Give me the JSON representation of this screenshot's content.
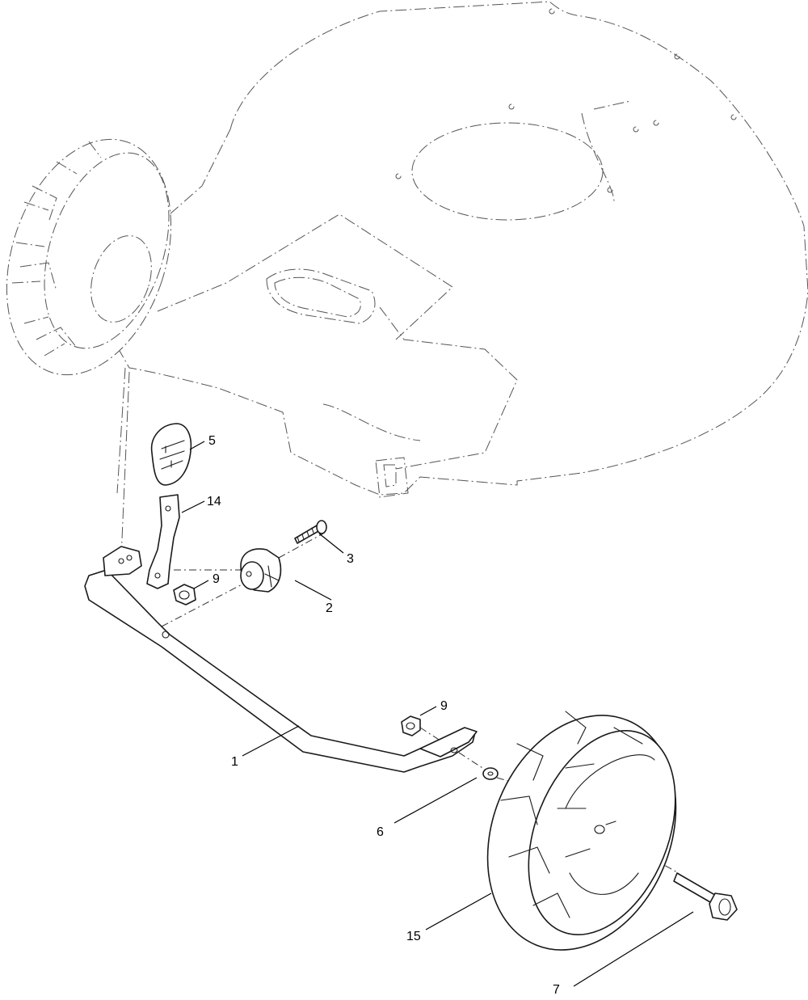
{
  "callouts": {
    "c1": "1",
    "c2": "2",
    "c3": "3",
    "c5": "5",
    "c6": "6",
    "c7": "7",
    "c9a": "9",
    "c9b": "9",
    "c14": "14",
    "c15": "15"
  }
}
